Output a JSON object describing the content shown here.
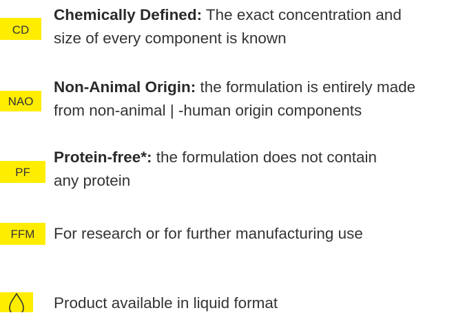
{
  "items": [
    {
      "badge": "CD",
      "title": "Chemically Defined:",
      "line1_rest": " The exact concentration and",
      "line2": "size of every component is known"
    },
    {
      "badge": "NAO",
      "title": "Non-Animal Origin:",
      "line1_rest": " the formulation is entirely made",
      "line2": "from non-animal | -human origin components"
    },
    {
      "badge": "PF",
      "title": "Protein-free*:",
      "line1_rest": " the formulation does not contain",
      "line2": "any protein"
    },
    {
      "badge": "FFM",
      "text": "For research or for further manufacturing use"
    },
    {
      "badge_icon": "liquid-drop-icon",
      "text": "Product available in liquid format"
    }
  ],
  "colors": {
    "badge_background": "#ffed00",
    "text": "#333333"
  }
}
